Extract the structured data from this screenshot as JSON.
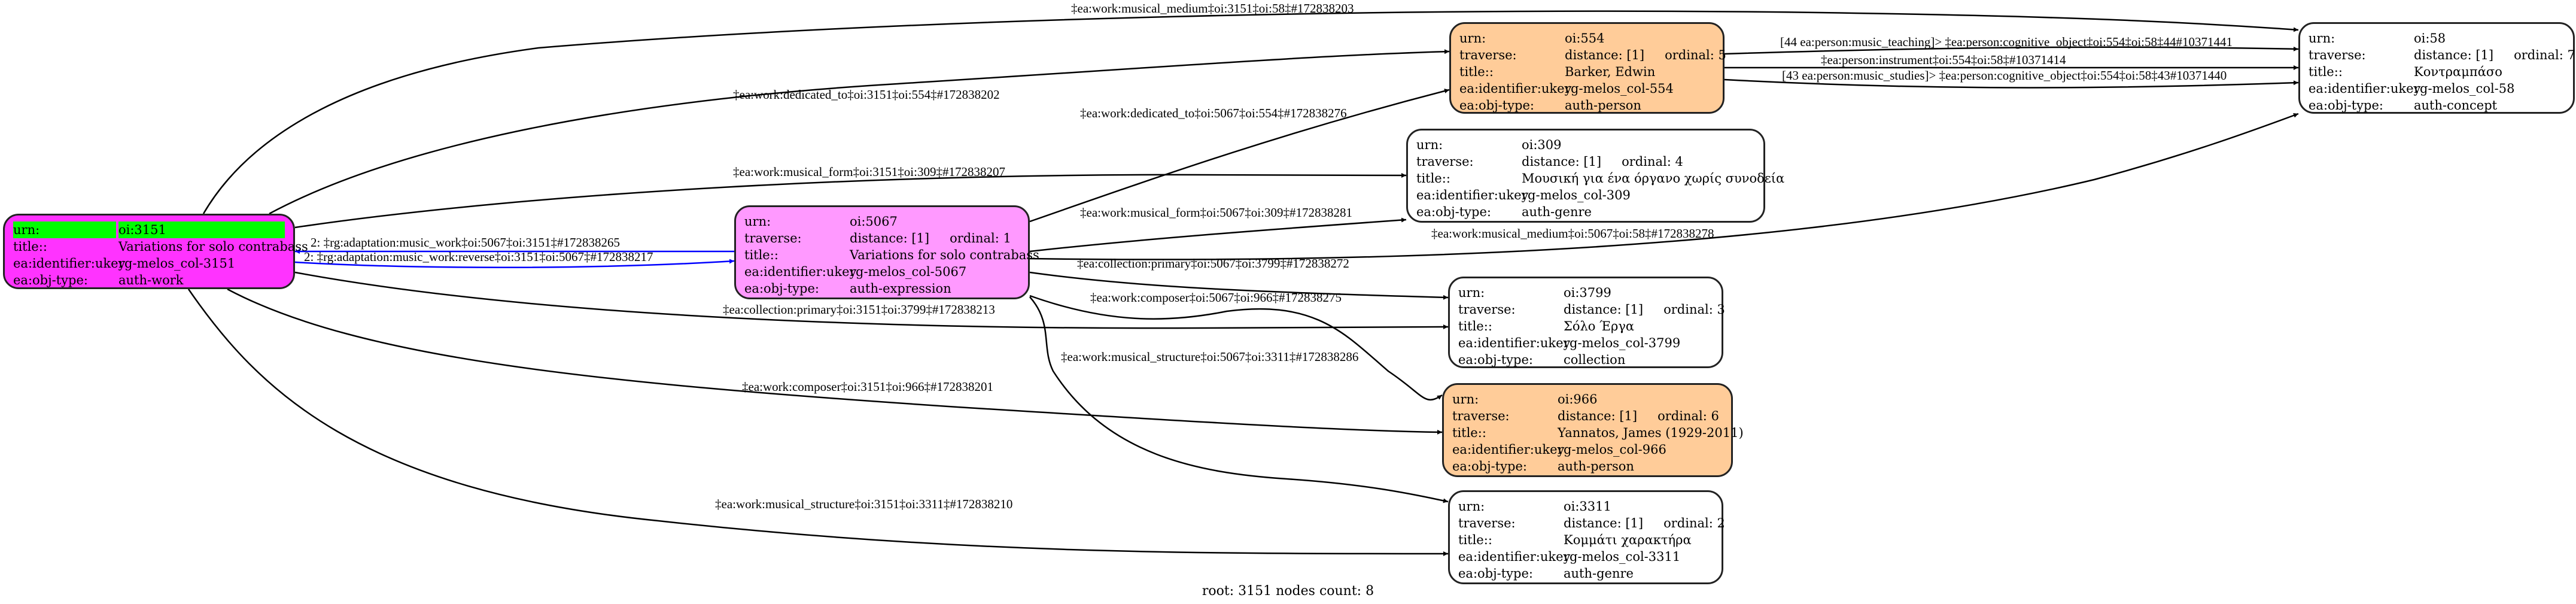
{
  "colors": {
    "root_fill": "#ff33ff",
    "root_highlight": "#00ff00",
    "expression_fill": "#ff99ff",
    "person_fill": "#ffcc99",
    "default_fill": "#ffffff",
    "edge_default": "#000000",
    "edge_adaptation": "#0000ff"
  },
  "nodes": [
    {
      "id": "3151",
      "kind": "root",
      "fill": "#ff33ff",
      "rows": [
        {
          "key": "urn:",
          "value": "oi:3151",
          "highlight": true
        },
        {
          "key": "title::",
          "value": "Variations for solo contrabass"
        },
        {
          "key": "ea:identifier:ukey",
          "value": "rg-melos_col-3151"
        },
        {
          "key": "ea:obj-type:",
          "value": "auth-work"
        }
      ]
    },
    {
      "id": "5067",
      "kind": "expression",
      "fill": "#ff99ff",
      "rows": [
        {
          "key": "urn:",
          "value": "oi:5067"
        },
        {
          "key": "traverse:",
          "value": "distance: [1]",
          "extra": "ordinal: 1"
        },
        {
          "key": "title::",
          "value": "Variations for solo contrabass"
        },
        {
          "key": "ea:identifier:ukey",
          "value": "rg-melos_col-5067"
        },
        {
          "key": "ea:obj-type:",
          "value": "auth-expression"
        }
      ]
    },
    {
      "id": "554",
      "kind": "person",
      "fill": "#ffcc99",
      "rows": [
        {
          "key": "urn:",
          "value": "oi:554"
        },
        {
          "key": "traverse:",
          "value": "distance: [1]",
          "extra": "ordinal: 5"
        },
        {
          "key": "title::",
          "value": "Barker, Edwin"
        },
        {
          "key": "ea:identifier:ukey",
          "value": "rg-melos_col-554"
        },
        {
          "key": "ea:obj-type:",
          "value": "auth-person"
        }
      ]
    },
    {
      "id": "58",
      "kind": "concept",
      "fill": "#ffffff",
      "rows": [
        {
          "key": "urn:",
          "value": "oi:58"
        },
        {
          "key": "traverse:",
          "value": "distance: [1]",
          "extra": "ordinal: 7"
        },
        {
          "key": "title::",
          "value": "Κοντραμπάσο"
        },
        {
          "key": "ea:identifier:ukey",
          "value": "rg-melos_col-58"
        },
        {
          "key": "ea:obj-type:",
          "value": "auth-concept"
        }
      ]
    },
    {
      "id": "309",
      "kind": "genre",
      "fill": "#ffffff",
      "rows": [
        {
          "key": "urn:",
          "value": "oi:309"
        },
        {
          "key": "traverse:",
          "value": "distance: [1]",
          "extra": "ordinal: 4"
        },
        {
          "key": "title::",
          "value": "Μουσική για ένα όργανο χωρίς συνοδεία"
        },
        {
          "key": "ea:identifier:ukey",
          "value": "rg-melos_col-309"
        },
        {
          "key": "ea:obj-type:",
          "value": "auth-genre"
        }
      ]
    },
    {
      "id": "3799",
      "kind": "collection",
      "fill": "#ffffff",
      "rows": [
        {
          "key": "urn:",
          "value": "oi:3799"
        },
        {
          "key": "traverse:",
          "value": "distance: [1]",
          "extra": "ordinal: 3"
        },
        {
          "key": "title::",
          "value": "Σόλο Έργα"
        },
        {
          "key": "ea:identifier:ukey",
          "value": "rg-melos_col-3799"
        },
        {
          "key": "ea:obj-type:",
          "value": "collection"
        }
      ]
    },
    {
      "id": "966",
      "kind": "person",
      "fill": "#ffcc99",
      "rows": [
        {
          "key": "urn:",
          "value": "oi:966"
        },
        {
          "key": "traverse:",
          "value": "distance: [1]",
          "extra": "ordinal: 6"
        },
        {
          "key": "title::",
          "value": "Yannatos, James (1929-2011)"
        },
        {
          "key": "ea:identifier:ukey",
          "value": "rg-melos_col-966"
        },
        {
          "key": "ea:obj-type:",
          "value": "auth-person"
        }
      ]
    },
    {
      "id": "3311",
      "kind": "genre",
      "fill": "#ffffff",
      "rows": [
        {
          "key": "urn:",
          "value": "oi:3311"
        },
        {
          "key": "traverse:",
          "value": "distance: [1]",
          "extra": "ordinal: 2"
        },
        {
          "key": "title::",
          "value": "Κομμάτι χαρακτήρα"
        },
        {
          "key": "ea:identifier:ukey",
          "value": "rg-melos_col-3311"
        },
        {
          "key": "ea:obj-type:",
          "value": "auth-genre"
        }
      ]
    }
  ],
  "edges": [
    {
      "id": "e1",
      "from": "3151",
      "to": "58",
      "label": "‡ea:work:musical_medium‡oi:3151‡oi:58‡#172838203",
      "color": "#000000"
    },
    {
      "id": "e2",
      "from": "3151",
      "to": "554",
      "label": "‡ea:work:dedicated_to‡oi:3151‡oi:554‡#172838202",
      "color": "#000000"
    },
    {
      "id": "e3",
      "from": "5067",
      "to": "554",
      "label": "‡ea:work:dedicated_to‡oi:5067‡oi:554‡#172838276",
      "color": "#000000"
    },
    {
      "id": "e4",
      "from": "3151",
      "to": "309",
      "label": "‡ea:work:musical_form‡oi:3151‡oi:309‡#172838207",
      "color": "#000000"
    },
    {
      "id": "e5",
      "from": "5067",
      "to": "309",
      "label": "‡ea:work:musical_form‡oi:5067‡oi:309‡#172838281",
      "color": "#000000"
    },
    {
      "id": "e6",
      "from": "5067",
      "to": "3151",
      "label": "2: ‡rg:adaptation:music_work‡oi:5067‡oi:3151‡#172838265",
      "color": "#0000ff"
    },
    {
      "id": "e7",
      "from": "3151",
      "to": "5067",
      "label": "2: ‡rg:adaptation:music_work:reverse‡oi:3151‡oi:5067‡#172838217",
      "color": "#0000ff"
    },
    {
      "id": "e8",
      "from": "5067",
      "to": "58",
      "label": "‡ea:work:musical_medium‡oi:5067‡oi:58‡#172838278",
      "color": "#000000"
    },
    {
      "id": "e9",
      "from": "5067",
      "to": "3799",
      "label": "‡ea:collection:primary‡oi:5067‡oi:3799‡#172838272",
      "color": "#000000"
    },
    {
      "id": "e10",
      "from": "3151",
      "to": "3799",
      "label": "‡ea:collection:primary‡oi:3151‡oi:3799‡#172838213",
      "color": "#000000"
    },
    {
      "id": "e11",
      "from": "5067",
      "to": "966",
      "label": "‡ea:work:composer‡oi:5067‡oi:966‡#172838275",
      "color": "#000000"
    },
    {
      "id": "e12",
      "from": "5067",
      "to": "3311",
      "label": "‡ea:work:musical_structure‡oi:5067‡oi:3311‡#172838286",
      "color": "#000000"
    },
    {
      "id": "e13",
      "from": "3151",
      "to": "966",
      "label": "‡ea:work:composer‡oi:3151‡oi:966‡#172838201",
      "color": "#000000"
    },
    {
      "id": "e14",
      "from": "3151",
      "to": "3311",
      "label": "‡ea:work:musical_structure‡oi:3151‡oi:3311‡#172838210",
      "color": "#000000"
    },
    {
      "id": "e15",
      "from": "554",
      "to": "58",
      "label": "[44 ea:person:music_teaching]> ‡ea:person:cognitive_object‡oi:554‡oi:58‡44#10371441",
      "color": "#000000"
    },
    {
      "id": "e16",
      "from": "554",
      "to": "58",
      "label": "‡ea:person:instrument‡oi:554‡oi:58‡#10371414",
      "color": "#000000"
    },
    {
      "id": "e17",
      "from": "554",
      "to": "58",
      "label": "[43 ea:person:music_studies]> ‡ea:person:cognitive_object‡oi:554‡oi:58‡43#10371440",
      "color": "#000000"
    }
  ],
  "footer": "root: 3151 nodes count: 8"
}
